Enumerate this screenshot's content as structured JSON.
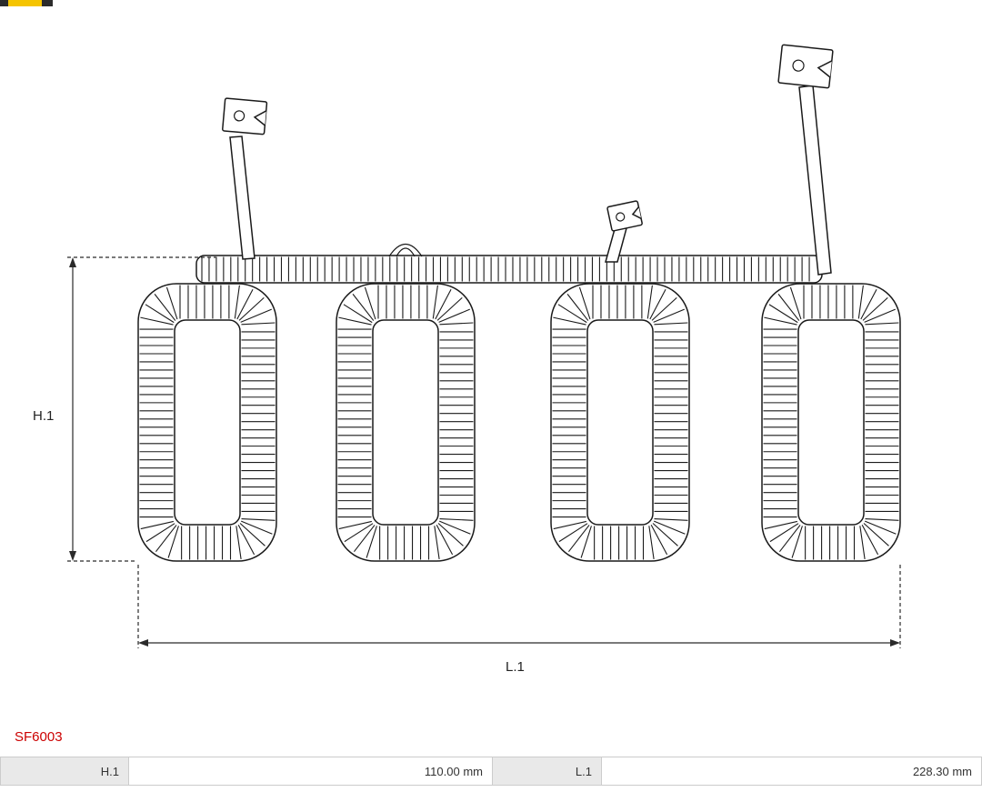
{
  "part_number": "SF6003",
  "dimensions": {
    "h1": {
      "label": "H.1",
      "value": "110.00 mm"
    },
    "l1": {
      "label": "L.1",
      "value": "228.30 mm"
    }
  },
  "colors": {
    "part_number_red": "#cc0000",
    "drawing_line": "#1a1a1a",
    "table_border": "#cccccc",
    "table_label_bg": "#e9e9e9"
  }
}
